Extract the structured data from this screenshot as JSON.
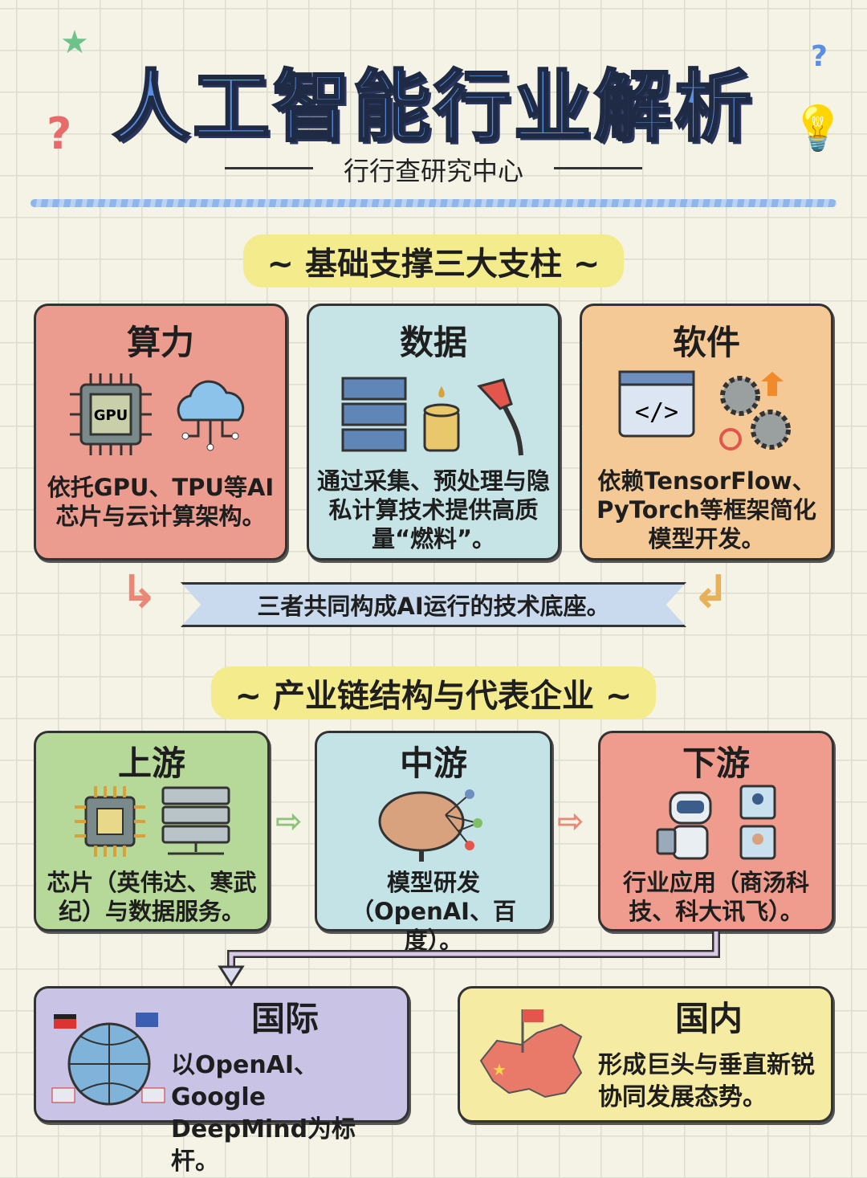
{
  "header": {
    "title": "人工智能行业解析",
    "subtitle": "行行查研究中心"
  },
  "section1": {
    "title": "~ 基础支撑三大支柱 ~",
    "cards": [
      {
        "title": "算力",
        "text": "依托GPU、TPU等AI芯片与云计算架构。",
        "icons": [
          "gpu-chip-icon",
          "cloud-icon"
        ],
        "chip_label": "GPU",
        "color": "#ec9c8f"
      },
      {
        "title": "数据",
        "text": "通过采集、预处理与隐私计算技术提供高质量“燃料”。",
        "icons": [
          "server-stack-icon",
          "database-icon",
          "fuel-nozzle-icon"
        ],
        "color": "#c6e4e6"
      },
      {
        "title": "软件",
        "text": "依赖TensorFlow、PyTorch等框架简化模型开发。",
        "icons": [
          "code-window-icon",
          "gears-icon",
          "tensorflow-icon",
          "pytorch-icon"
        ],
        "color": "#f4c995"
      }
    ],
    "summary": "三者共同构成AI运行的技术底座。"
  },
  "section2": {
    "title": "~ 产业链结构与代表企业 ~",
    "chain": [
      {
        "title": "上游",
        "text": "芯片（英伟达、寒武纪）与数据服务。",
        "icons": [
          "chip-icon",
          "server-icon"
        ],
        "color": "#b6d99a"
      },
      {
        "title": "中游",
        "text": "模型研发（OpenAI、百度）。",
        "icons": [
          "brain-network-icon"
        ],
        "color": "#c4e3e6"
      },
      {
        "title": "下游",
        "text": "行业应用（商汤科技、科大讯飞）。",
        "icons": [
          "robot-icon",
          "users-icon"
        ],
        "color": "#ef9c8e"
      }
    ],
    "regions": [
      {
        "title": "国际",
        "text": "以OpenAI、Google DeepMind为标杆。",
        "icons": [
          "globe-flags-icon"
        ],
        "color": "#c9c3e6"
      },
      {
        "title": "国内",
        "text": "形成巨头与垂直新锐协同发展态势。",
        "icons": [
          "china-map-icon"
        ],
        "color": "#f6eba3"
      }
    ]
  }
}
